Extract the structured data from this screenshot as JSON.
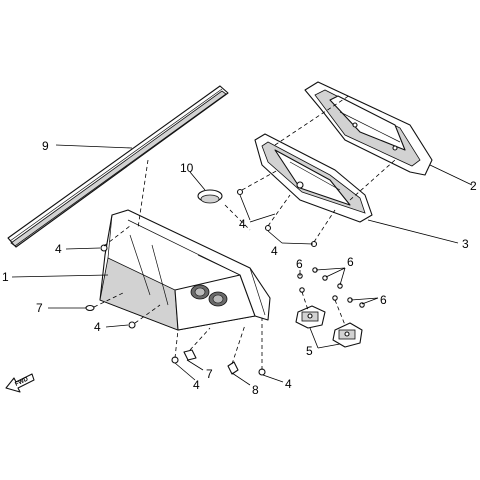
{
  "callouts": [
    {
      "id": "c9",
      "label": "9"
    },
    {
      "id": "c10",
      "label": "10"
    },
    {
      "id": "c2",
      "label": "2"
    },
    {
      "id": "c3",
      "label": "3"
    },
    {
      "id": "c1",
      "label": "1"
    },
    {
      "id": "c4a",
      "label": "4"
    },
    {
      "id": "c4b",
      "label": "4"
    },
    {
      "id": "c4c",
      "label": "4"
    },
    {
      "id": "c4d",
      "label": "4"
    },
    {
      "id": "c4e",
      "label": "4"
    },
    {
      "id": "c4f",
      "label": "4"
    },
    {
      "id": "c7a",
      "label": "7"
    },
    {
      "id": "c7b",
      "label": "7"
    },
    {
      "id": "c8",
      "label": "8"
    },
    {
      "id": "c6a",
      "label": "6"
    },
    {
      "id": "c6b",
      "label": "6"
    },
    {
      "id": "c6c",
      "label": "6"
    },
    {
      "id": "c5",
      "label": "5"
    }
  ],
  "direction_arrow": {
    "label": "FWD",
    "icon": "arrow-left-down-icon"
  }
}
